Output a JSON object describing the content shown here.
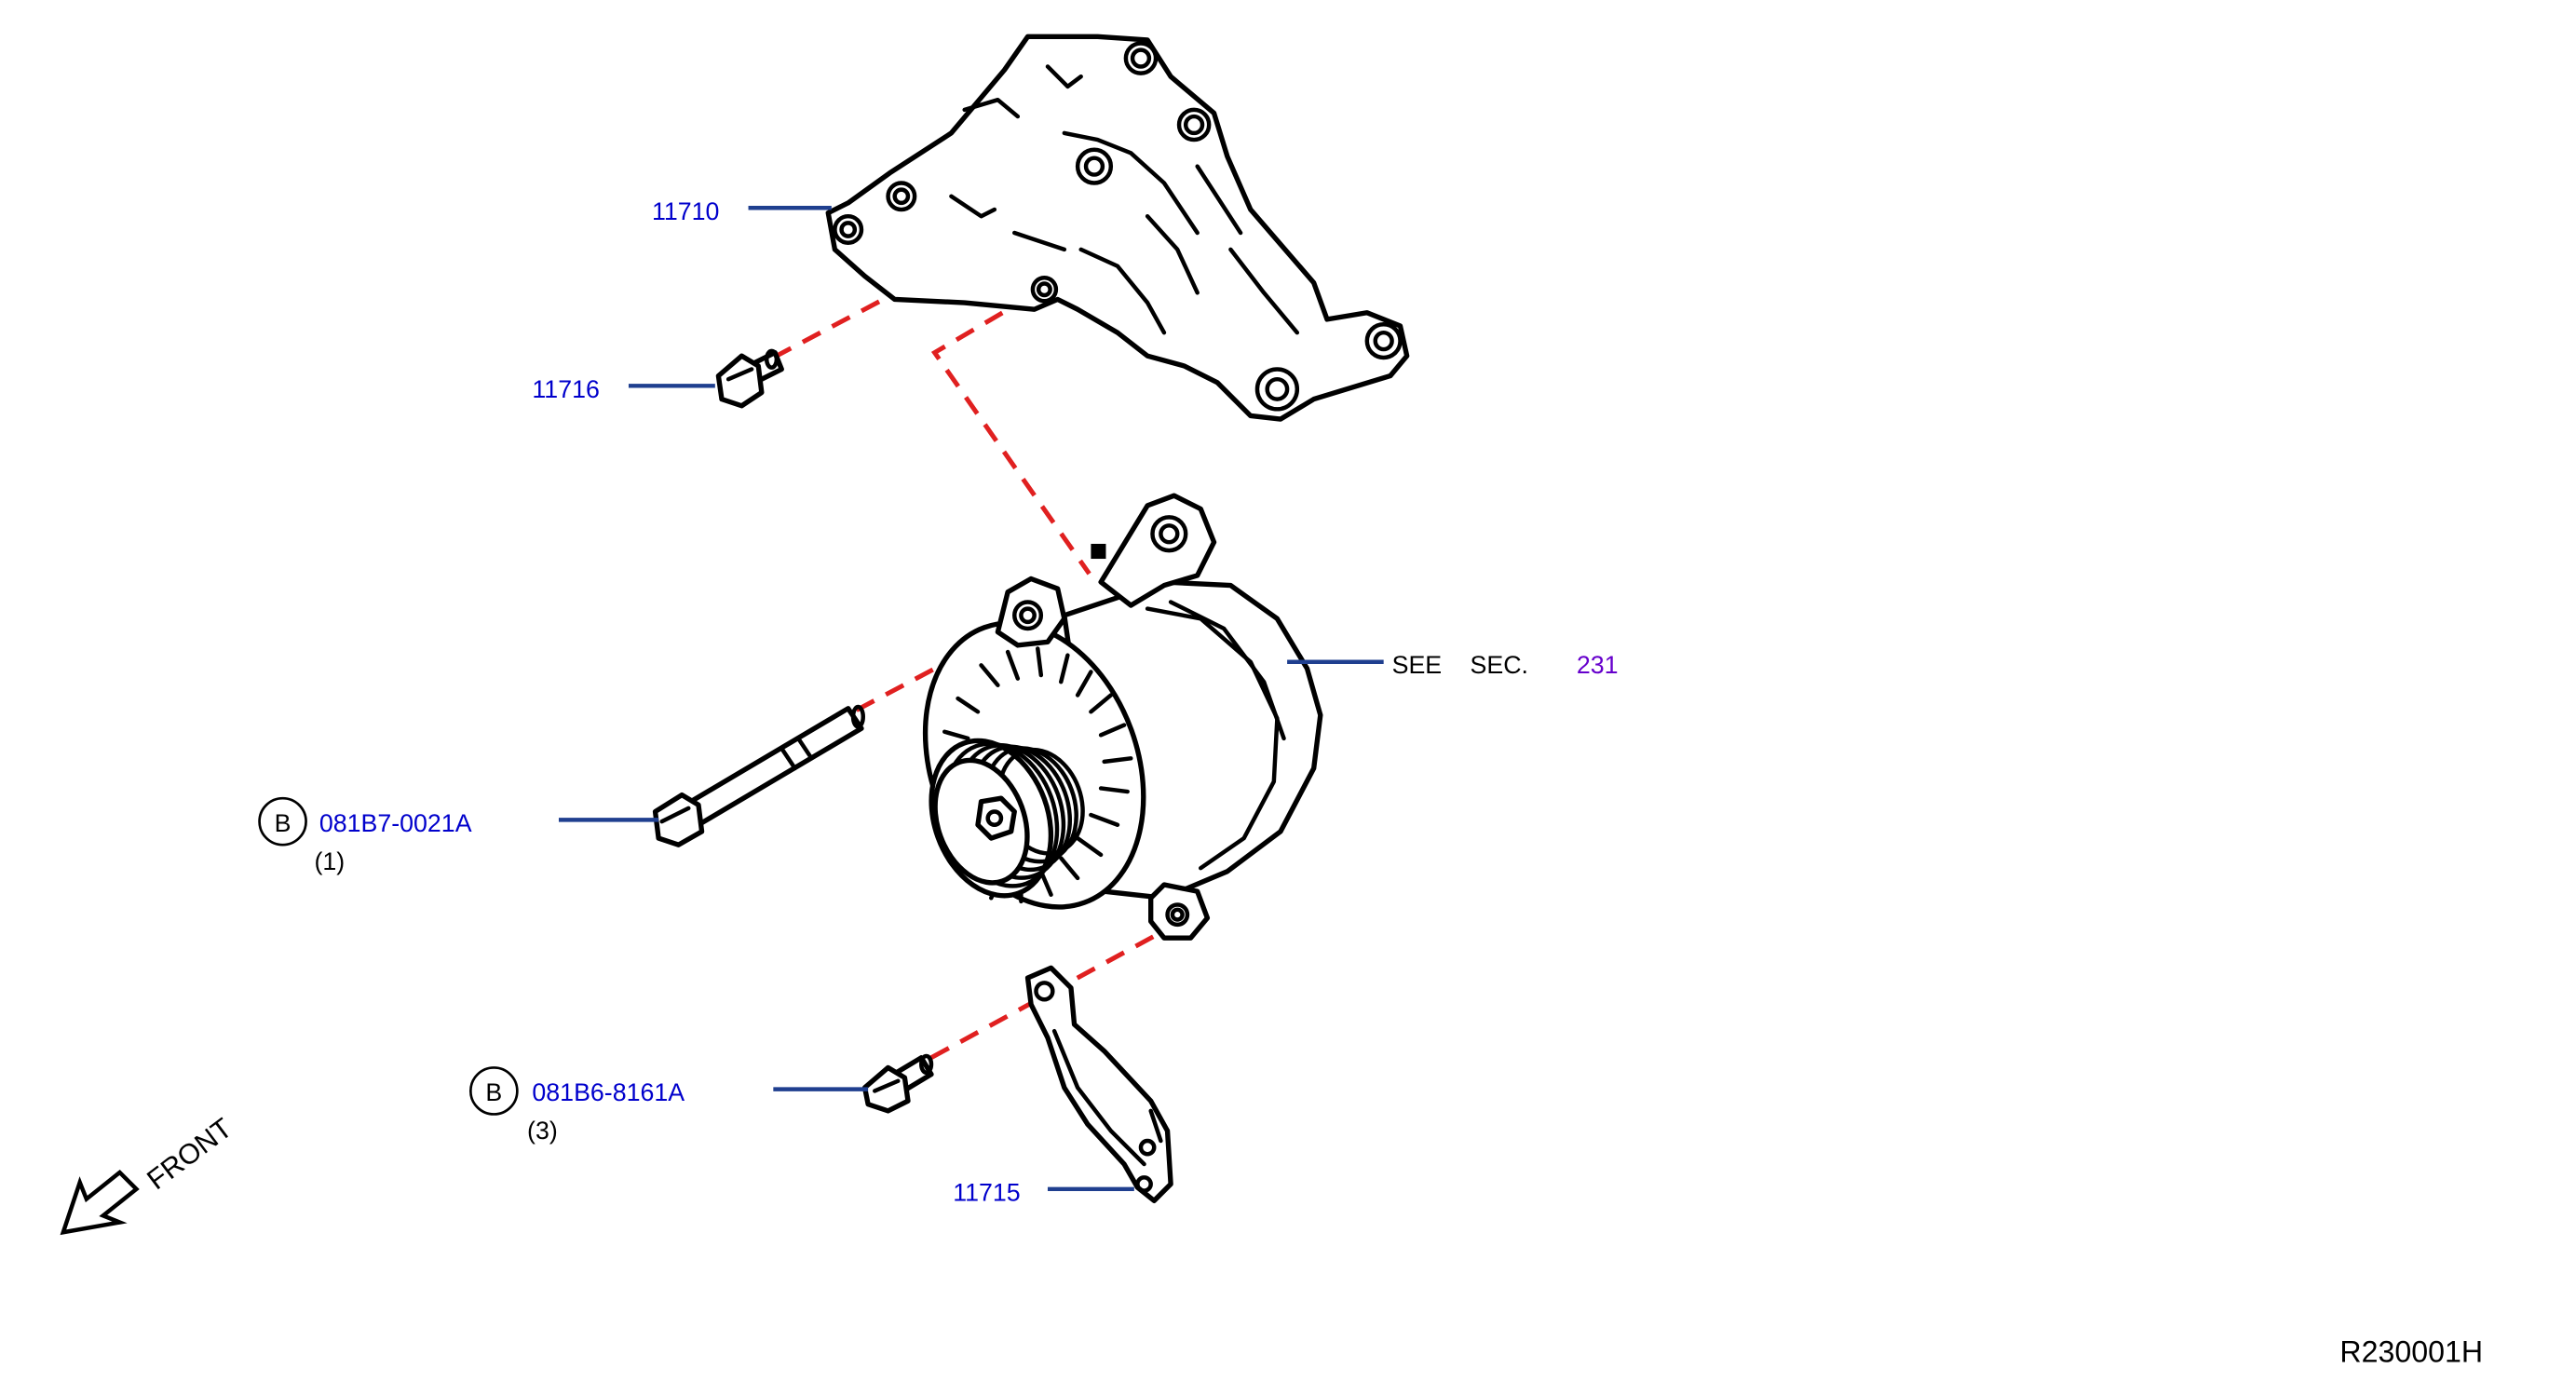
{
  "colors": {
    "part_link": "#0000cc",
    "section_link": "#6600cc",
    "leader": "#1f3f8f",
    "dashed_guide": "#e02020",
    "text": "#000000"
  },
  "callouts": {
    "bracket_upper": {
      "number": "11710"
    },
    "bolt_upper": {
      "number": "11716"
    },
    "bolt_long": {
      "badge": "B",
      "number": "081B7-0021A",
      "qty": "(1)"
    },
    "bolt_short": {
      "badge": "B",
      "number": "081B6-8161A",
      "qty": "(3)"
    },
    "bracket_lower": {
      "number": "11715"
    },
    "alternator": {
      "see": "SEE",
      "sec": "SEC.",
      "section": "231"
    }
  },
  "front_label": "FRONT",
  "diagram_id": "R230001H"
}
